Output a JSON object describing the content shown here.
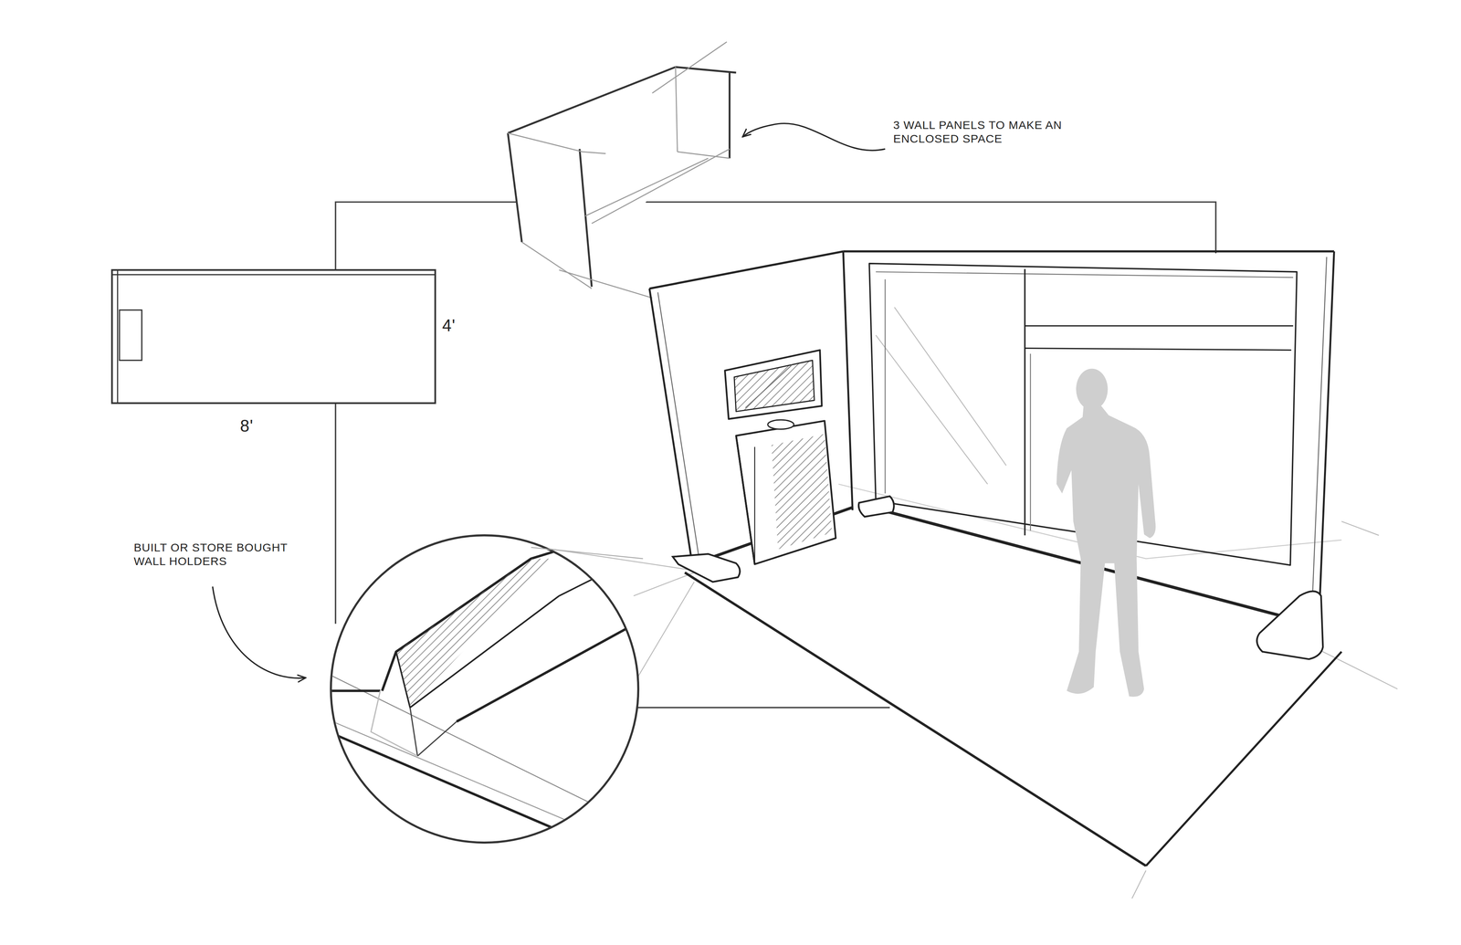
{
  "diagram": {
    "labels": [
      "3 WALL PANELS TO MAKE AN ENCLOSED SPACE",
      "4'",
      "8'",
      "BUILT OR STORE BOUGHT WALL HOLDERS"
    ]
  }
}
